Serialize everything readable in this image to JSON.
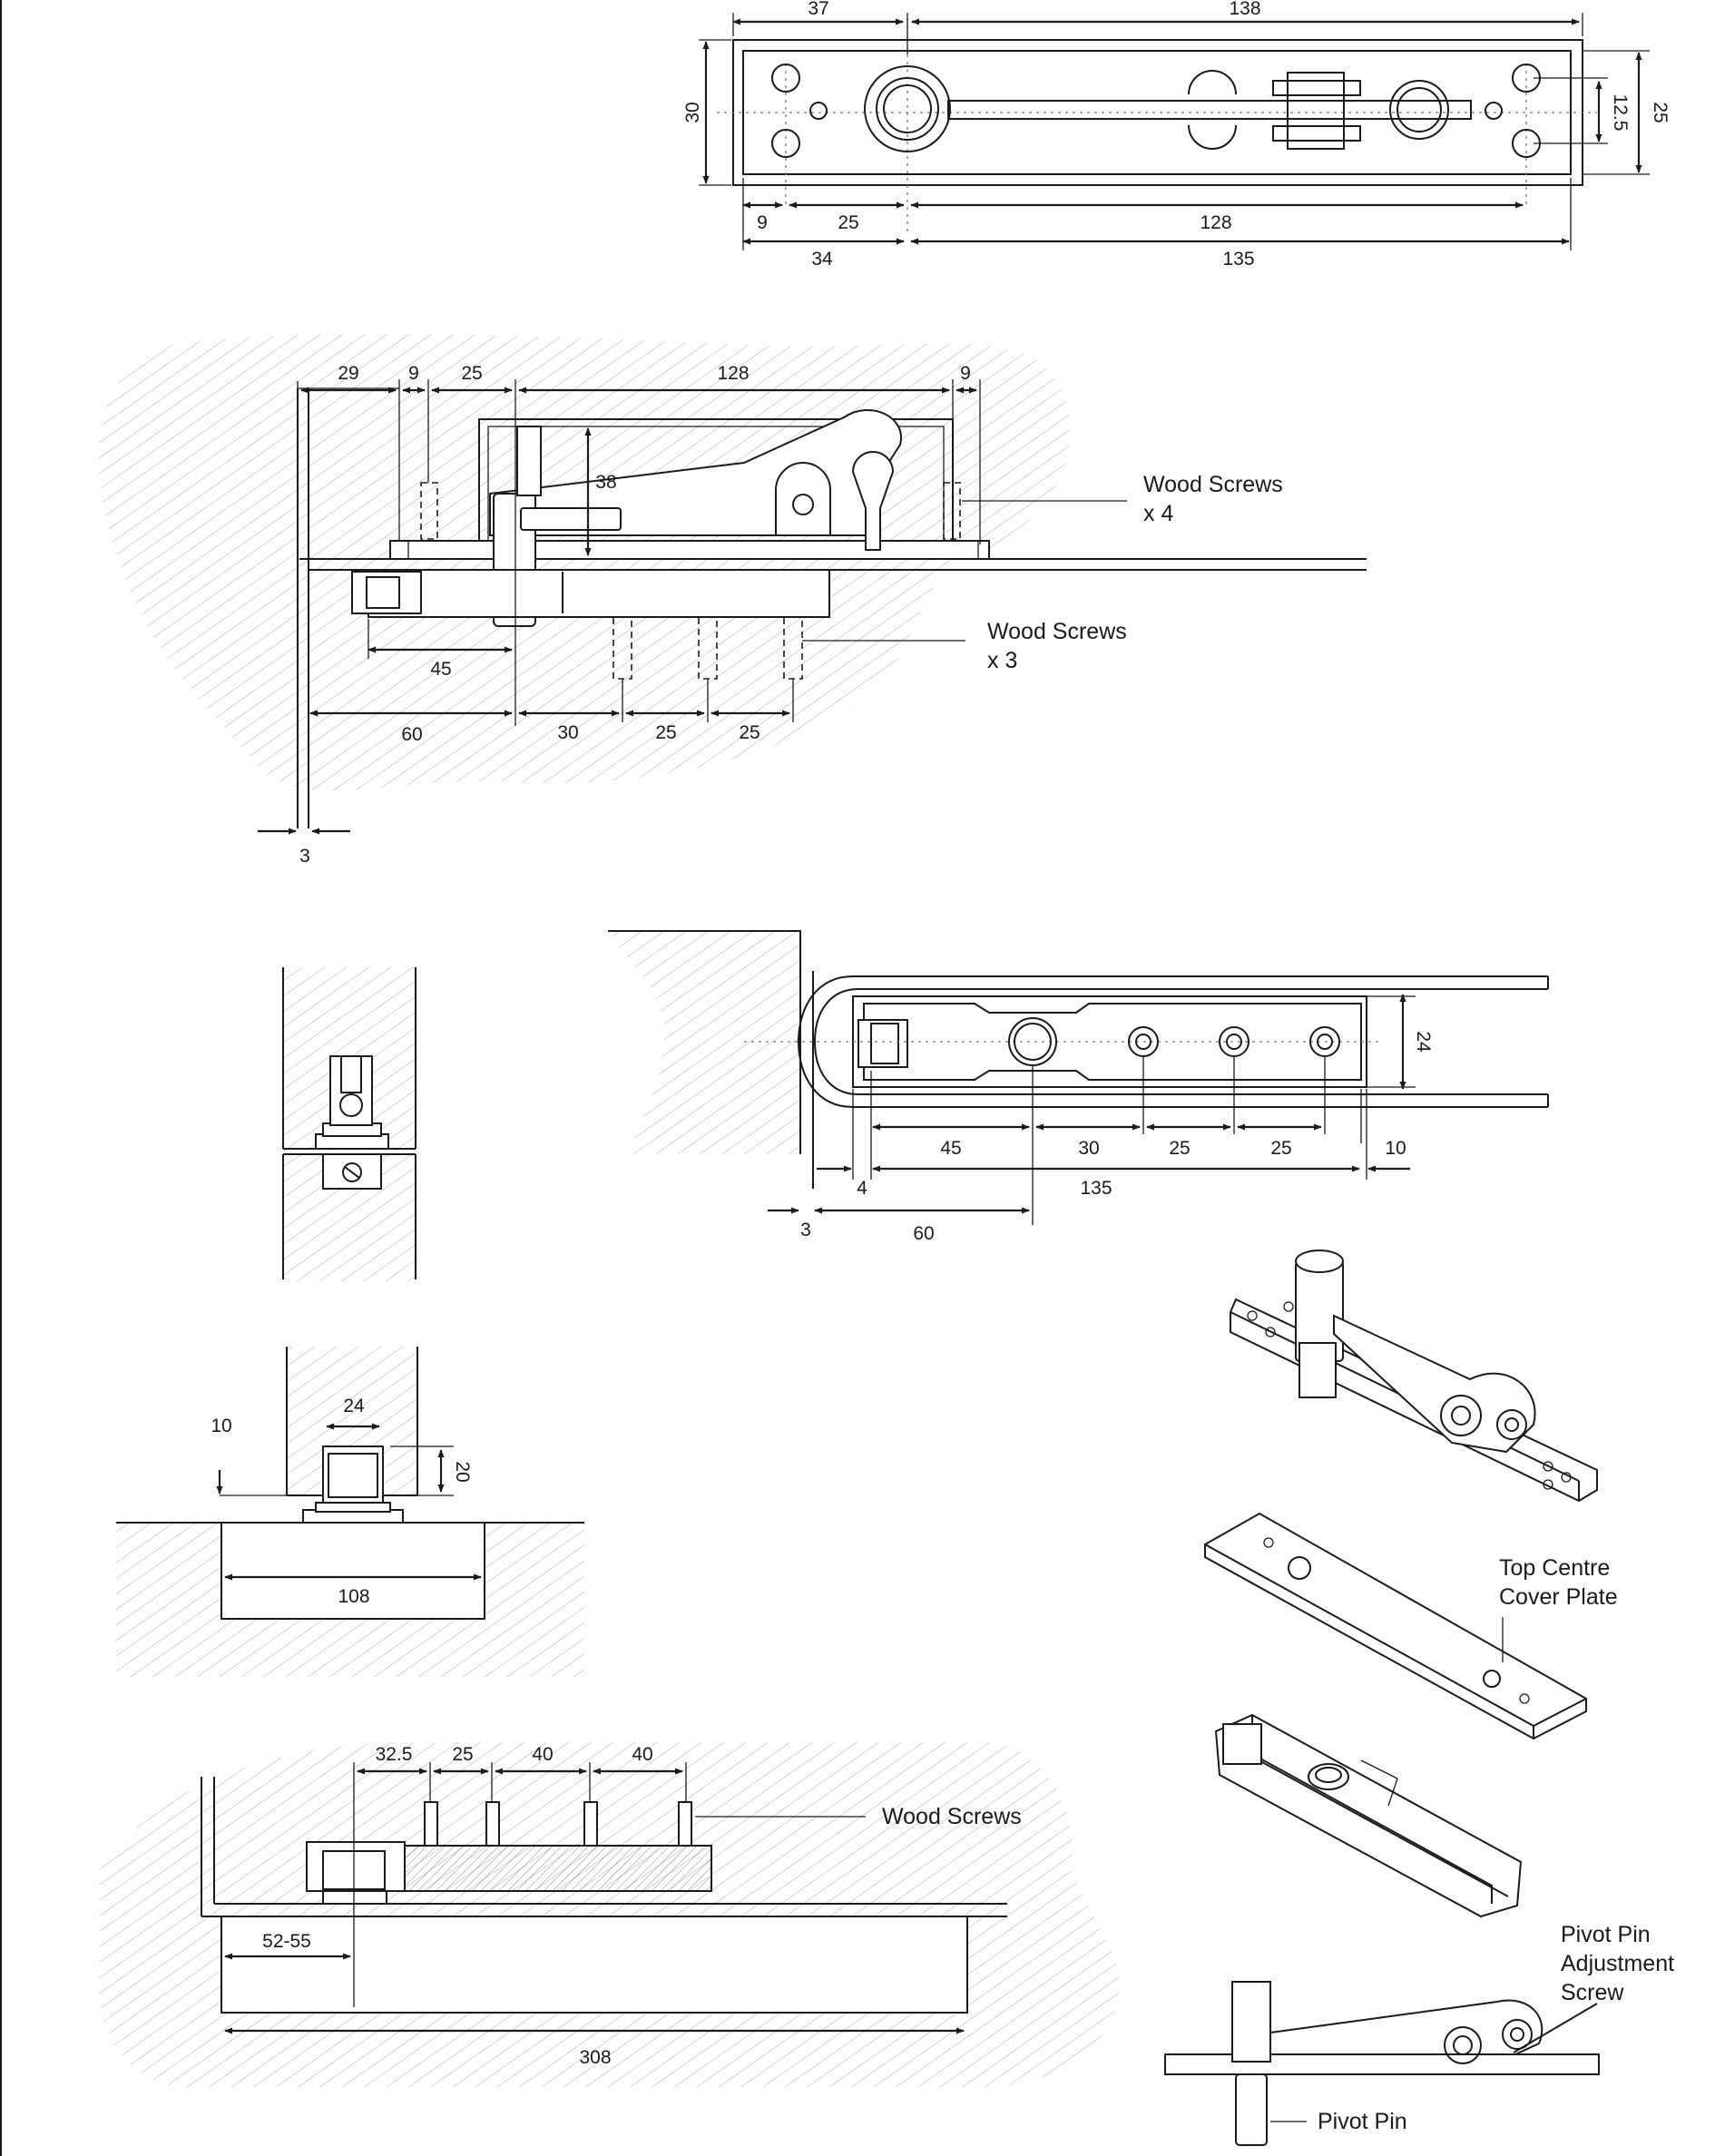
{
  "colors": {
    "ink": "#1a1a1a",
    "hatch": "#c4c4c4",
    "paper": "#ffffff"
  },
  "plan_view": {
    "dims": {
      "d37": "37",
      "d138": "138",
      "d30": "30",
      "d12_5": "12.5",
      "d25r": "25",
      "d9": "9",
      "d25": "25",
      "d128": "128",
      "d34": "34",
      "d135": "135"
    }
  },
  "section_top": {
    "dims": {
      "d29": "29",
      "d9a": "9",
      "d25a": "25",
      "d128": "128",
      "d9b": "9",
      "d38": "38",
      "d45": "45",
      "d60": "60",
      "d30": "30",
      "d25b": "25",
      "d25c": "25",
      "d3": "3"
    },
    "labels": {
      "screws4_line1": "Wood Screws",
      "screws4_line2": "x 4",
      "screws3_line1": "Wood Screws",
      "screws3_line2": "x 3"
    }
  },
  "plan_pivot": {
    "dims": {
      "d24": "24",
      "d45": "45",
      "d30": "30",
      "d25a": "25",
      "d25b": "25",
      "d10": "10",
      "d4": "4",
      "d135": "135",
      "d3": "3",
      "d60": "60"
    }
  },
  "floor_section": {
    "dims": {
      "d24": "24",
      "d10": "10",
      "d20": "20",
      "d108": "108"
    }
  },
  "bottom_section": {
    "dims": {
      "d32_5": "32.5",
      "d25": "25",
      "d40a": "40",
      "d40b": "40",
      "d52_55": "52-55",
      "d308": "308"
    },
    "labels": {
      "screws": "Wood Screws"
    }
  },
  "parts": {
    "cover_plate_line1": "Top Centre",
    "cover_plate_line2": "Cover Plate",
    "adj_line1": "Pivot Pin",
    "adj_line2": "Adjustment",
    "adj_line3": "Screw",
    "pivot_pin": "Pivot Pin"
  }
}
